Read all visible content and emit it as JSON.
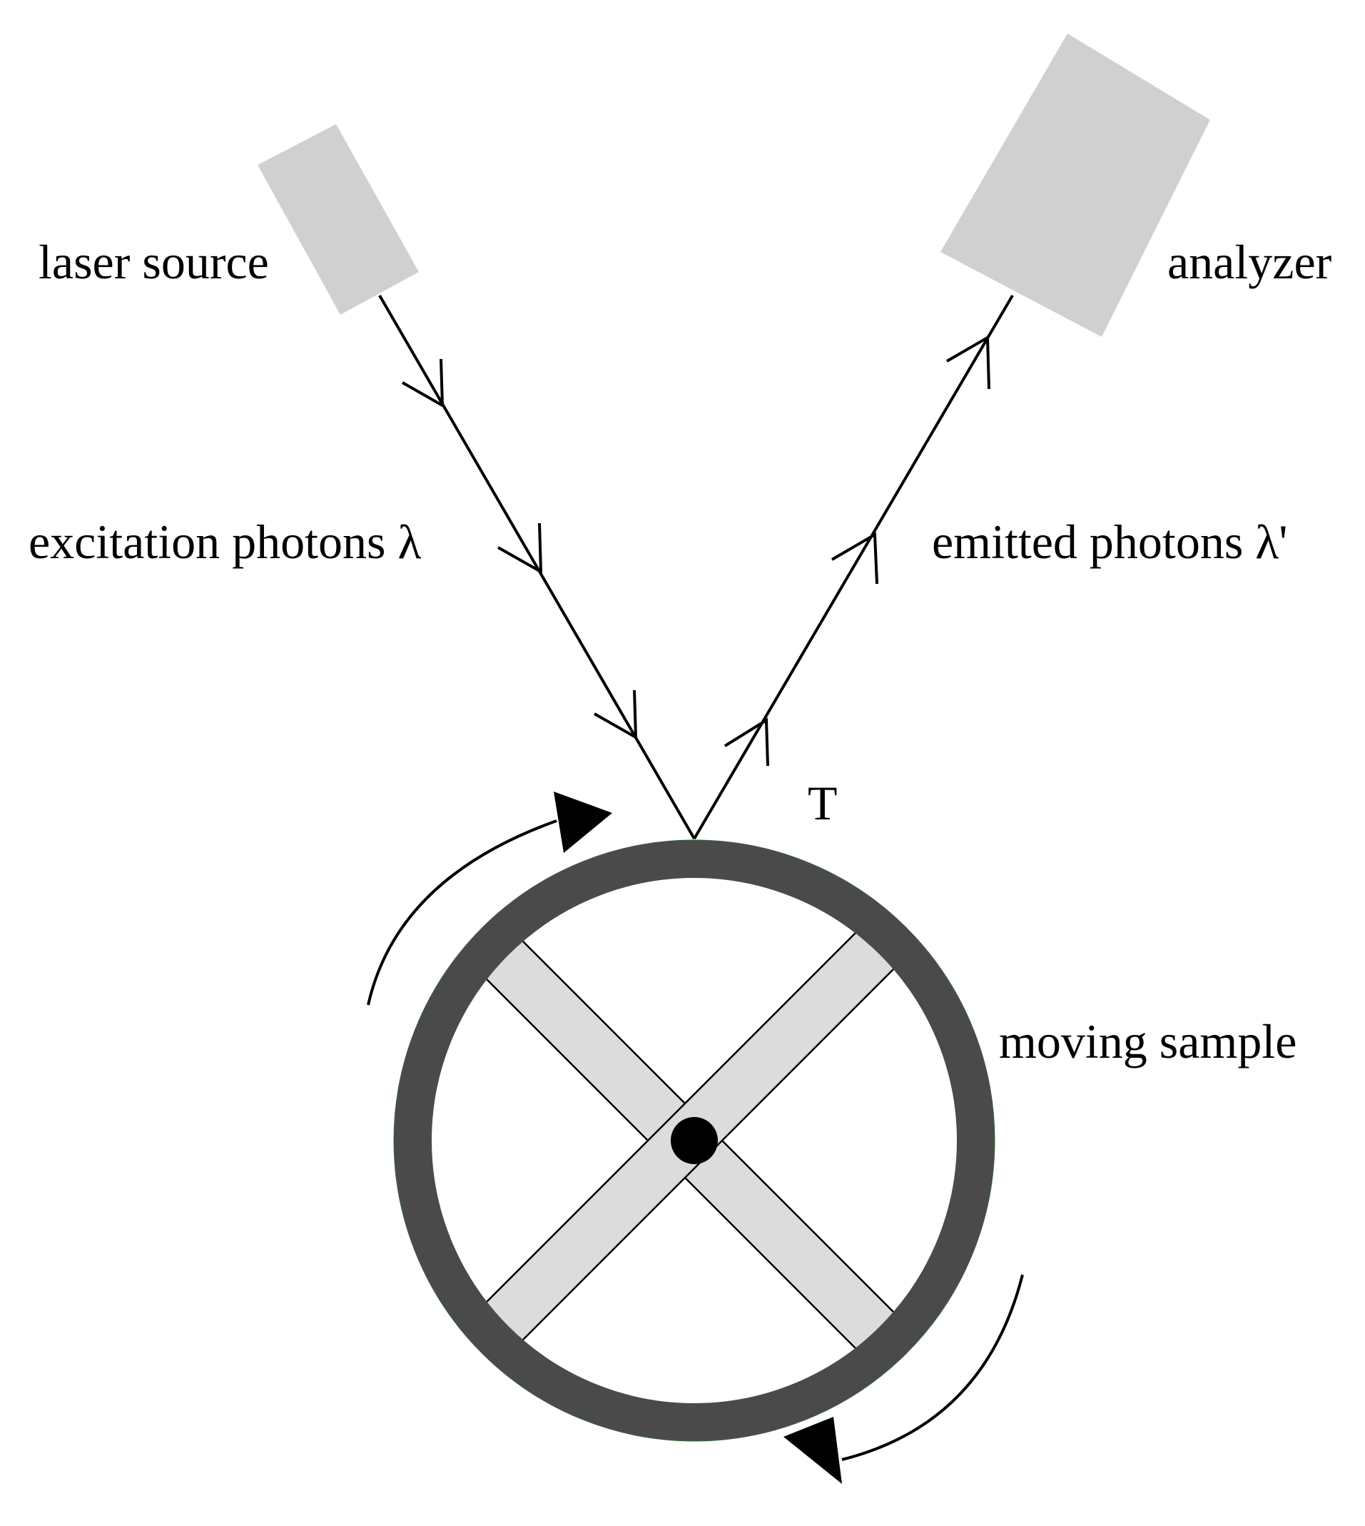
{
  "labels": {
    "laser_source": "laser source",
    "analyzer": "analyzer",
    "excitation_photons": "excitation photons λ",
    "emitted_photons": "emitted photons λ'",
    "point_t": "T",
    "moving_sample": "moving sample"
  },
  "colors": {
    "box_fill": "#d0d0d0",
    "wheel_ring": "#4a4a4a",
    "wheel_ring_outline": "#3b5a3b",
    "spoke_fill": "#dcdcdc",
    "line": "#000000",
    "hub": "#000000"
  }
}
